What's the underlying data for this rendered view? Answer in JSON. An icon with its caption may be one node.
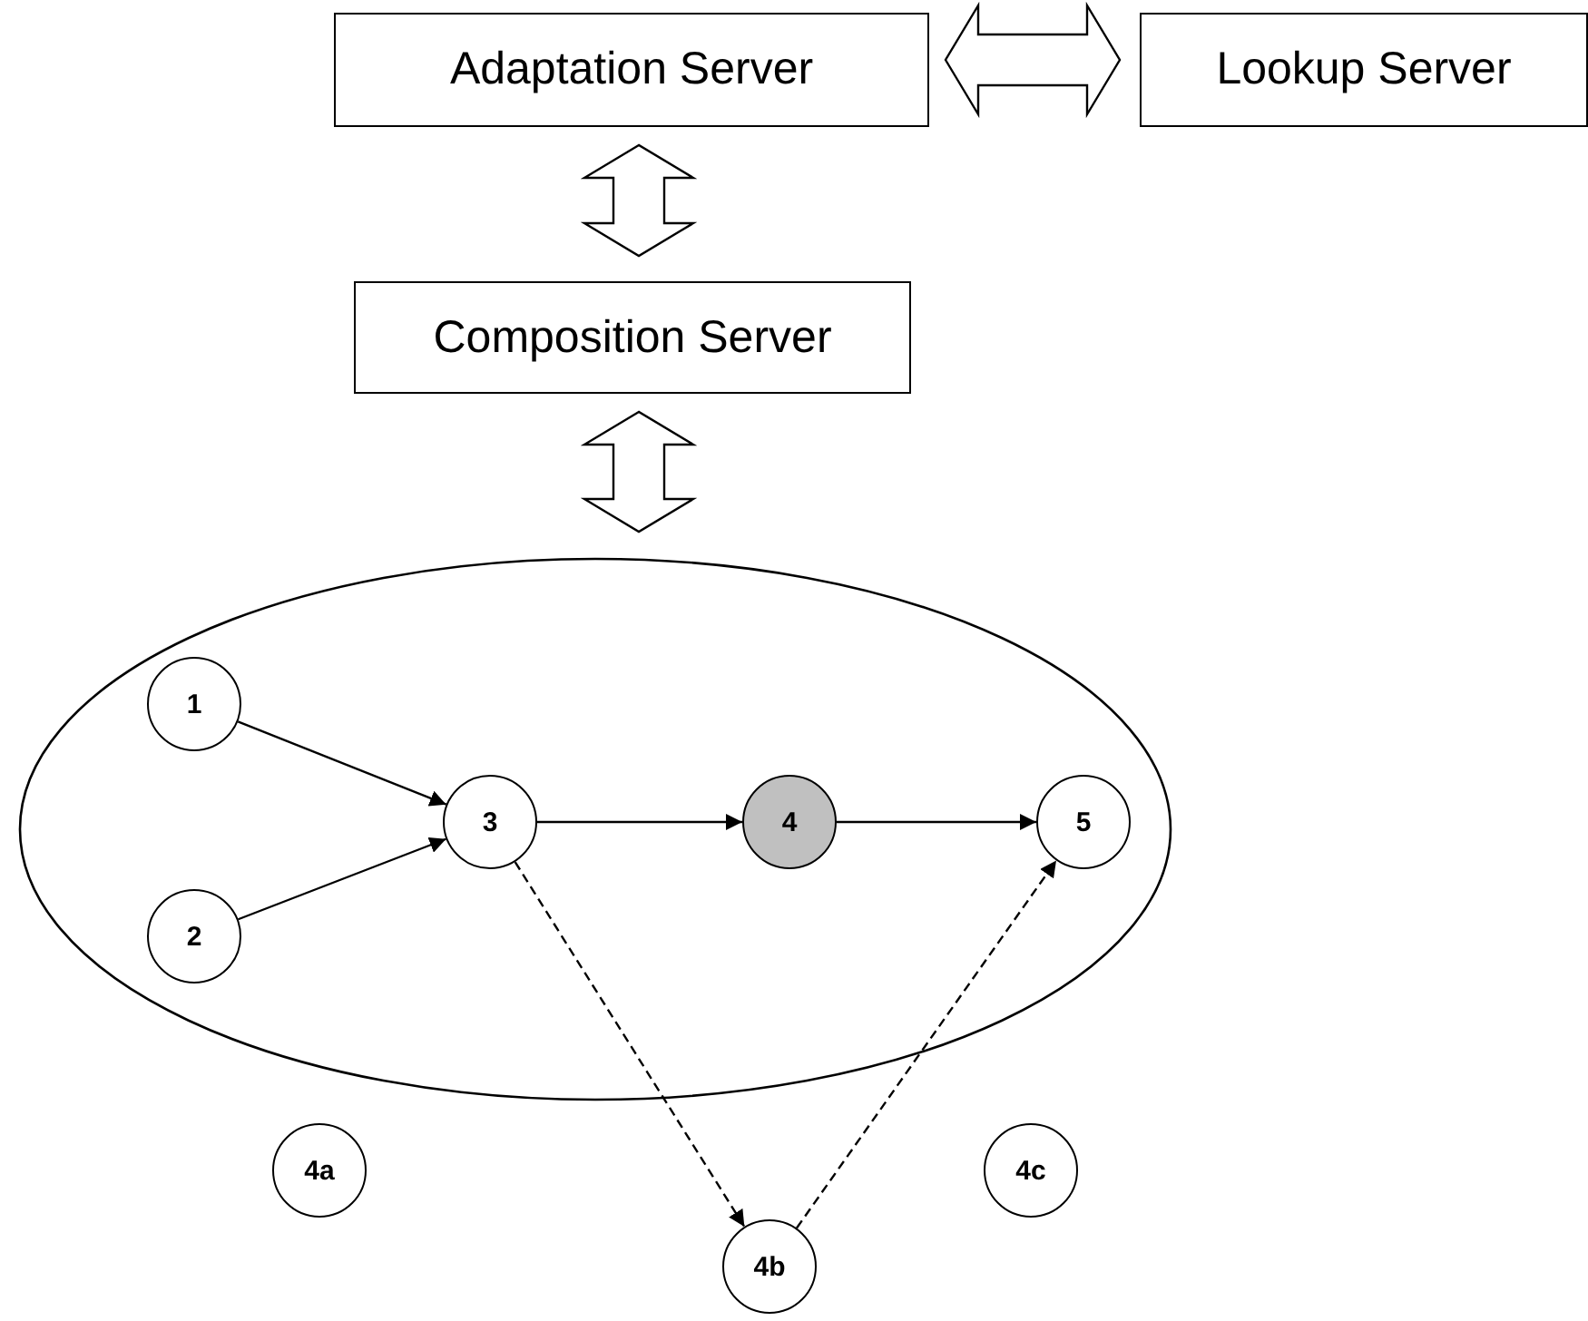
{
  "diagram": {
    "nodes": [
      {
        "text": [
          "Adaptation Server"
        ]
      },
      {
        "text": [
          "Lookup Server"
        ]
      },
      {
        "text": [
          "Composition Server"
        ]
      },
      {
        "text": [],
        "shape": "ellipse"
      },
      {
        "text": [
          "1"
        ],
        "in": 3
      },
      {
        "text": [
          "2"
        ],
        "in": 3
      },
      {
        "text": [
          "3"
        ],
        "in": 3
      },
      {
        "text": [
          "4"
        ],
        "in": 3
      },
      {
        "text": [
          "5"
        ],
        "in": 3
      },
      {
        "text": [
          "4a"
        ]
      },
      {
        "text": [
          "4b"
        ]
      },
      {
        "text": [
          "4c"
        ]
      }
    ],
    "edges": [
      {
        "from": 0,
        "to": 1,
        "arrow": "both",
        "style": "thick"
      },
      {
        "from": 0,
        "to": 2,
        "arrow": "both",
        "style": "thick"
      },
      {
        "from": 2,
        "to": 3,
        "arrow": "both",
        "style": "thick"
      },
      {
        "from": 4,
        "to": 6,
        "arrow": "to"
      },
      {
        "from": 5,
        "to": 6,
        "arrow": "to"
      },
      {
        "from": 6,
        "to": 7,
        "arrow": "to"
      },
      {
        "from": 7,
        "to": 8,
        "arrow": "to"
      },
      {
        "from": 6,
        "to": 10,
        "arrow": "to",
        "style": "dashed"
      },
      {
        "from": 10,
        "to": 8,
        "arrow": "to",
        "style": "dashed"
      }
    ]
  }
}
